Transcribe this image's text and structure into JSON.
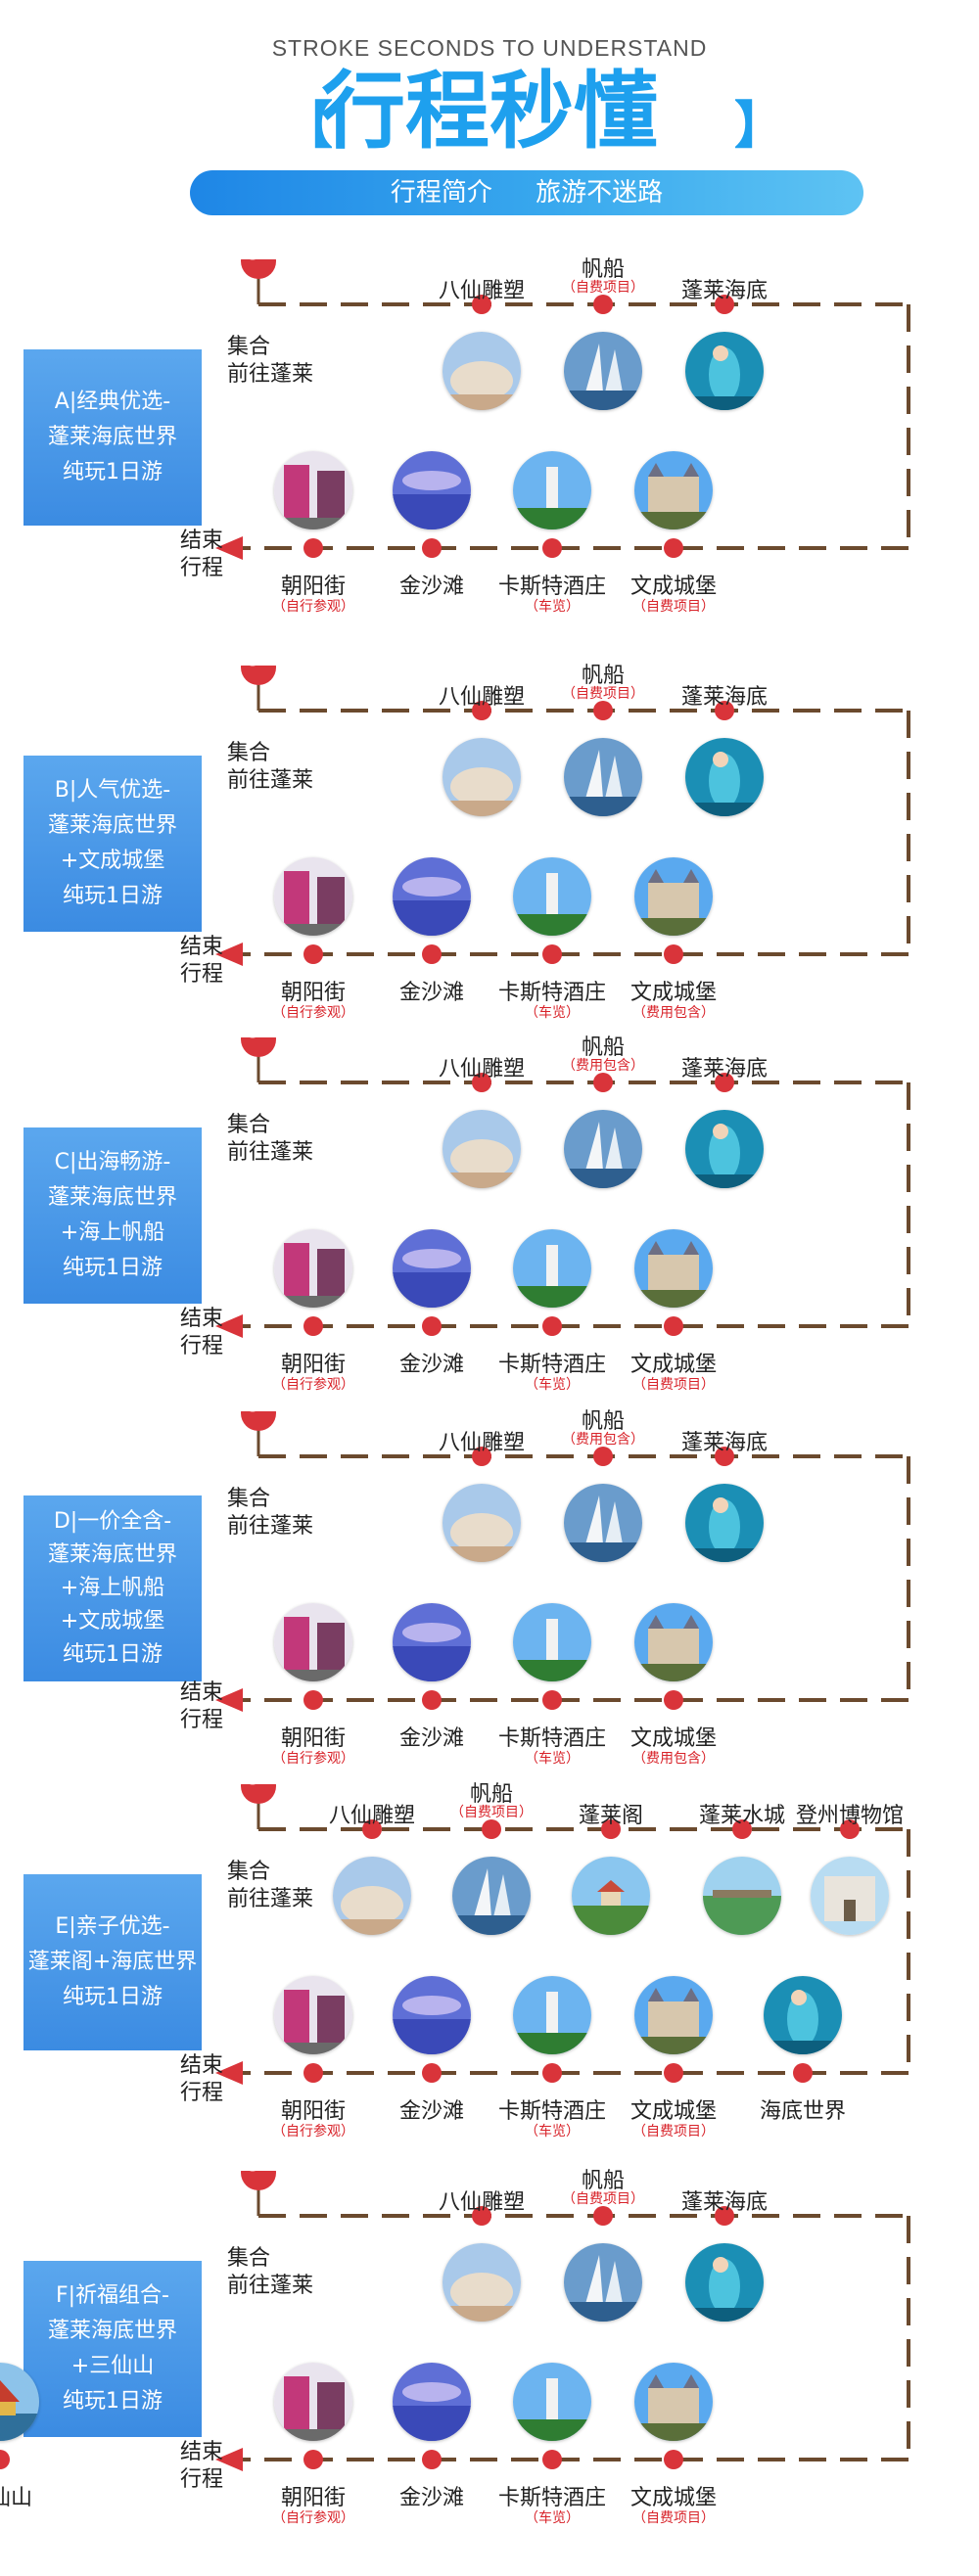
{
  "header": {
    "subtitle": "STROKE SECONDS TO UNDERSTAND",
    "title": "行程秒懂",
    "bracket_left": "【",
    "bracket_right": "】",
    "banner_left": "行程简介",
    "banner_right": "旅游不迷路"
  },
  "common": {
    "start_line1": "集合",
    "start_line2": "前往蓬莱",
    "end_line1": "结束",
    "end_line2": "行程"
  },
  "colors": {
    "track": "#6b4a2e",
    "pin": "#d9343a",
    "dot": "#d9343a",
    "label_bg": "#4a98e8",
    "title_blue": "#1ea0ee",
    "note_red": "#d8232a"
  },
  "routes": [
    {
      "label_lines": [
        "A|经典优选-",
        "蓬莱海底世界",
        "纯玩1日游"
      ],
      "top": [
        {
          "name": "八仙雕塑",
          "note": "",
          "icon": "sculpture-photo"
        },
        {
          "name": "帆船",
          "note": "（自费项目）",
          "icon": "sailboat-photo"
        },
        {
          "name": "蓬莱海底",
          "note": "",
          "icon": "mermaid-photo"
        }
      ],
      "bottom": [
        {
          "name": "朝阳街",
          "note": "（自行参观）",
          "icon": "street-photo"
        },
        {
          "name": "金沙滩",
          "note": "",
          "icon": "beach-photo"
        },
        {
          "name": "卡斯特酒庄",
          "note": "（车览）",
          "icon": "winery-photo"
        },
        {
          "name": "文成城堡",
          "note": "（自费项目）",
          "icon": "castle-photo"
        }
      ]
    },
    {
      "label_lines": [
        "B|人气优选-",
        "蓬莱海底世界",
        "+文成城堡",
        "纯玩1日游"
      ],
      "top": [
        {
          "name": "八仙雕塑",
          "note": "",
          "icon": "sculpture-photo"
        },
        {
          "name": "帆船",
          "note": "（自费项目）",
          "icon": "sailboat-photo"
        },
        {
          "name": "蓬莱海底",
          "note": "",
          "icon": "mermaid-photo"
        }
      ],
      "bottom": [
        {
          "name": "朝阳街",
          "note": "（自行参观）",
          "icon": "street-photo"
        },
        {
          "name": "金沙滩",
          "note": "",
          "icon": "beach-photo"
        },
        {
          "name": "卡斯特酒庄",
          "note": "（车览）",
          "icon": "winery-photo"
        },
        {
          "name": "文成城堡",
          "note": "（费用包含）",
          "icon": "castle-photo"
        }
      ]
    },
    {
      "label_lines": [
        "C|出海畅游-",
        "蓬莱海底世界",
        "+海上帆船",
        "纯玩1日游"
      ],
      "top": [
        {
          "name": "八仙雕塑",
          "note": "",
          "icon": "sculpture-photo"
        },
        {
          "name": "帆船",
          "note": "（费用包含）",
          "icon": "sailboat-photo"
        },
        {
          "name": "蓬莱海底",
          "note": "",
          "icon": "mermaid-photo"
        }
      ],
      "bottom": [
        {
          "name": "朝阳街",
          "note": "（自行参观）",
          "icon": "street-photo"
        },
        {
          "name": "金沙滩",
          "note": "",
          "icon": "beach-photo"
        },
        {
          "name": "卡斯特酒庄",
          "note": "（车览）",
          "icon": "winery-photo"
        },
        {
          "name": "文成城堡",
          "note": "（自费项目）",
          "icon": "castle-photo"
        }
      ]
    },
    {
      "label_lines": [
        "D|一价全含-",
        "蓬莱海底世界",
        "+海上帆船",
        "+文成城堡",
        "纯玩1日游"
      ],
      "top": [
        {
          "name": "八仙雕塑",
          "note": "",
          "icon": "sculpture-photo"
        },
        {
          "name": "帆船",
          "note": "（费用包含）",
          "icon": "sailboat-photo"
        },
        {
          "name": "蓬莱海底",
          "note": "",
          "icon": "mermaid-photo"
        }
      ],
      "bottom": [
        {
          "name": "朝阳街",
          "note": "（自行参观）",
          "icon": "street-photo"
        },
        {
          "name": "金沙滩",
          "note": "",
          "icon": "beach-photo"
        },
        {
          "name": "卡斯特酒庄",
          "note": "（车览）",
          "icon": "winery-photo"
        },
        {
          "name": "文成城堡",
          "note": "（费用包含）",
          "icon": "castle-photo"
        }
      ]
    },
    {
      "label_lines": [
        "E|亲子优选-",
        "蓬莱阁+海底世界",
        "纯玩1日游"
      ],
      "top": [
        {
          "name": "八仙雕塑",
          "note": "",
          "icon": "sculpture-photo"
        },
        {
          "name": "帆船",
          "note": "（自费项目）",
          "icon": "sailboat-photo"
        },
        {
          "name": "蓬莱阁",
          "note": "",
          "icon": "pavilion-photo"
        },
        {
          "name": "蓬莱水城",
          "note": "",
          "icon": "watertown-photo"
        },
        {
          "name": "登州博物馆",
          "note": "",
          "icon": "museum-photo"
        }
      ],
      "bottom": [
        {
          "name": "朝阳街",
          "note": "（自行参观）",
          "icon": "street-photo"
        },
        {
          "name": "金沙滩",
          "note": "",
          "icon": "beach-photo"
        },
        {
          "name": "卡斯特酒庄",
          "note": "（车览）",
          "icon": "winery-photo"
        },
        {
          "name": "文成城堡",
          "note": "（自费项目）",
          "icon": "castle-photo"
        },
        {
          "name": "海底世界",
          "note": "",
          "icon": "mermaid-photo"
        }
      ]
    },
    {
      "label_lines": [
        "F|祈福组合-",
        "蓬莱海底世界",
        "+三仙山",
        "纯玩1日游"
      ],
      "top": [
        {
          "name": "八仙雕塑",
          "note": "",
          "icon": "sculpture-photo"
        },
        {
          "name": "帆船",
          "note": "（自费项目）",
          "icon": "sailboat-photo"
        },
        {
          "name": "蓬莱海底",
          "note": "",
          "icon": "mermaid-photo"
        }
      ],
      "bottom": [
        {
          "name": "朝阳街",
          "note": "（自行参观）",
          "icon": "street-photo"
        },
        {
          "name": "金沙滩",
          "note": "",
          "icon": "beach-photo"
        },
        {
          "name": "卡斯特酒庄",
          "note": "（车览）",
          "icon": "winery-photo"
        },
        {
          "name": "文成城堡",
          "note": "（自费项目）",
          "icon": "castle-photo"
        },
        {
          "name": "三仙山",
          "note": "",
          "icon": "temple-photo"
        }
      ]
    }
  ]
}
